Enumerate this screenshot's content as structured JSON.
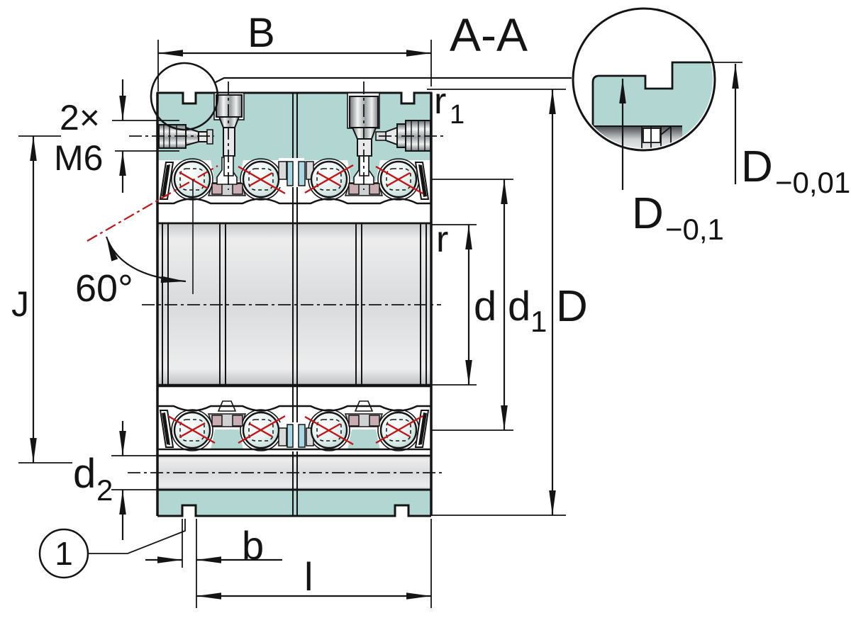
{
  "drawing": {
    "type": "bearing-cross-section",
    "labels": {
      "width_B": "B",
      "section": "A-A",
      "corner_r1_base": "r",
      "corner_r1_sub": "1",
      "holes_count": "2×",
      "thread": "M6",
      "bolt_circle_J": "J",
      "contact_angle": "60°",
      "radius_r": "r",
      "bore_d": "d",
      "pitch_d1_base": "d",
      "pitch_d1_sub": "1",
      "outer_D": "D",
      "tol_outer_base": "D",
      "tol_outer_sub": "−0,01",
      "tol_flange_base": "D",
      "tol_flange_sub": "−0,1",
      "flange_d2_base": "d",
      "flange_d2_sub": "2",
      "callout_1": "1",
      "slot_b": "b",
      "length_l": "l"
    },
    "colors": {
      "ring_teal": "#b2d6d2",
      "steel_light": "#e9eaeb",
      "steel_mid": "#c9cbcd",
      "cage_pink": "#c9adb2",
      "seal_blue": "#a9d8e4",
      "contact_red": "#c51418",
      "outline": "#141414"
    }
  }
}
